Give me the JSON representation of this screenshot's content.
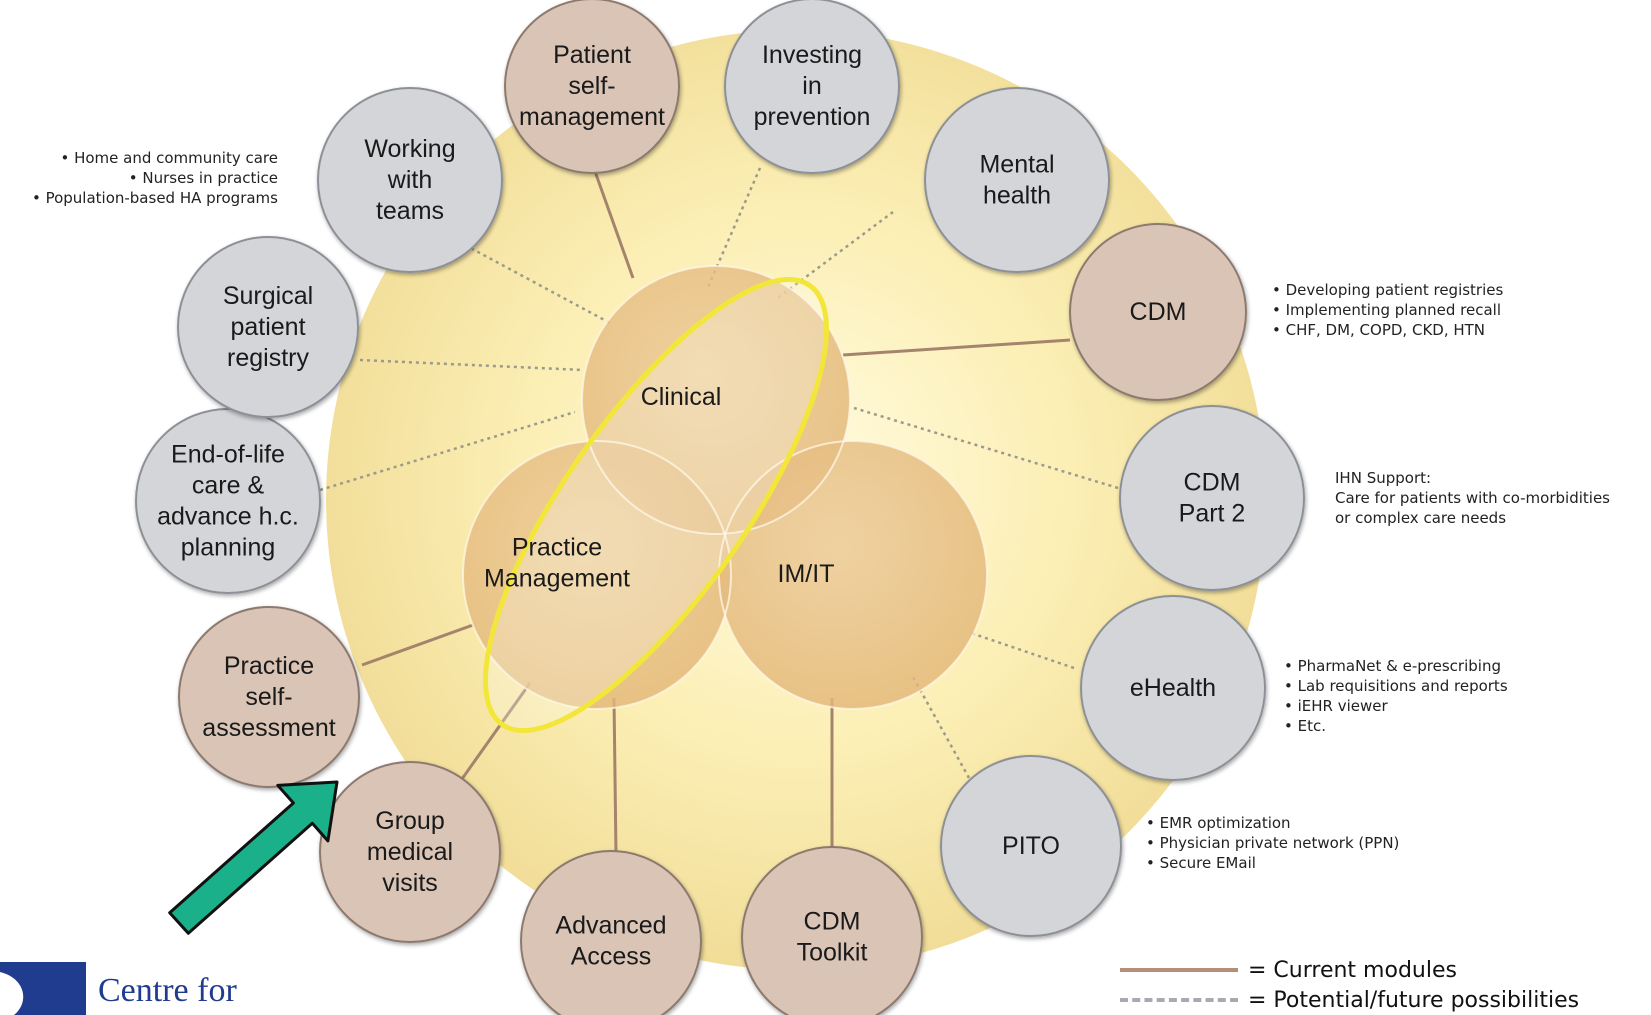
{
  "colors": {
    "halo_center": "#fdf3b6",
    "halo_edge": "#f4e4a2",
    "current_fill": "#d9c4b6",
    "future_fill": "#d3d5d9",
    "current_line": "#a4846d",
    "future_line": "#9c9a8a",
    "core_fill": "#e8c188",
    "highlight": "#f2e63a",
    "arrow": "#1ab08a",
    "logo_blue": "#1f3c8f"
  },
  "core": [
    {
      "id": "clinical",
      "lines": [
        "Clinical"
      ]
    },
    {
      "id": "practice-management",
      "lines": [
        "Practice",
        "Management"
      ]
    },
    {
      "id": "im-it",
      "lines": [
        "IM/IT"
      ]
    }
  ],
  "modules": [
    {
      "id": "patient-self-management",
      "lines": [
        "Patient",
        "self-",
        "management"
      ],
      "status": "current"
    },
    {
      "id": "investing-in-prevention",
      "lines": [
        "Investing",
        "in",
        "prevention"
      ],
      "status": "future"
    },
    {
      "id": "mental-health",
      "lines": [
        "Mental",
        "health"
      ],
      "status": "future"
    },
    {
      "id": "cdm",
      "lines": [
        "CDM"
      ],
      "status": "current"
    },
    {
      "id": "cdm-part-2",
      "lines": [
        "CDM",
        "Part 2"
      ],
      "status": "future"
    },
    {
      "id": "ehealth",
      "lines": [
        "eHealth"
      ],
      "status": "future"
    },
    {
      "id": "pito",
      "lines": [
        "PITO"
      ],
      "status": "future"
    },
    {
      "id": "cdm-toolkit",
      "lines": [
        "CDM",
        "Toolkit"
      ],
      "status": "current"
    },
    {
      "id": "advanced-access",
      "lines": [
        "Advanced",
        "Access"
      ],
      "status": "current"
    },
    {
      "id": "group-medical-visits",
      "lines": [
        "Group",
        "medical",
        "visits"
      ],
      "status": "current"
    },
    {
      "id": "practice-self-assessment",
      "lines": [
        "Practice",
        "self-",
        "assessment"
      ],
      "status": "current"
    },
    {
      "id": "end-of-life-care",
      "lines": [
        "End-of-life",
        "care &",
        "advance h.c.",
        "planning"
      ],
      "status": "future"
    },
    {
      "id": "surgical-patient-registry",
      "lines": [
        "Surgical",
        "patient",
        "registry"
      ],
      "status": "future"
    },
    {
      "id": "working-with-teams",
      "lines": [
        "Working",
        "with",
        "teams"
      ],
      "status": "future"
    }
  ],
  "notes": {
    "working_with_teams": [
      "• Home and community care",
      "• Nurses in practice",
      "• Population-based HA programs"
    ],
    "cdm": [
      "• Developing patient registries",
      "• Implementing planned recall",
      "• CHF, DM, COPD, CKD, HTN"
    ],
    "cdm_part2": {
      "heading": "IHN Support:",
      "lines": [
        "Care for patients with co-morbidities",
        "or complex care needs"
      ]
    },
    "ehealth": [
      "• PharmaNet & e-prescribing",
      "• Lab requisitions and reports",
      "• iEHR viewer",
      "• Etc."
    ],
    "pito": [
      "• EMR optimization",
      "• Physician private network (PPN)",
      "• Secure EMail"
    ]
  },
  "legend": {
    "current": "= Current modules",
    "future": "= Potential/future possibilities"
  },
  "logo": {
    "text": "Centre for"
  }
}
